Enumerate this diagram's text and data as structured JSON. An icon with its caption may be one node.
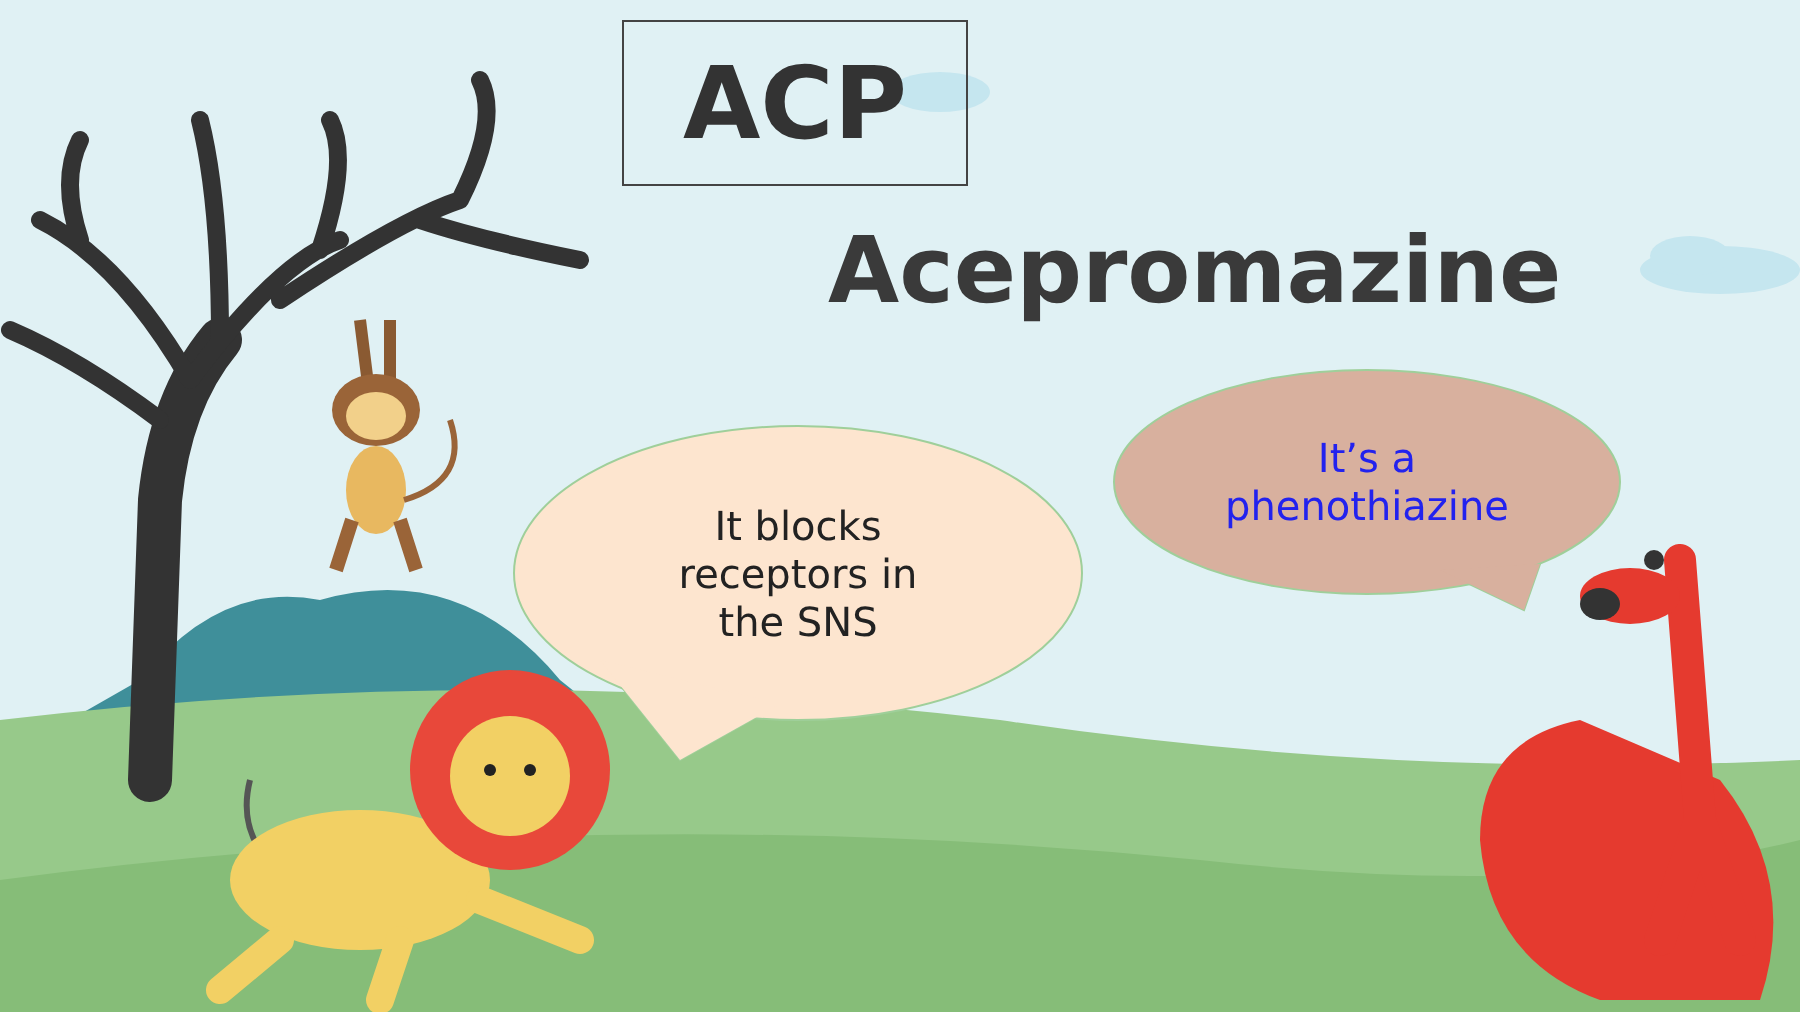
{
  "diagram": {
    "nodes": [
      {
        "text": [
          "ACP"
        ]
      },
      {
        "text": [
          "It blocks receptors in the SNS"
        ]
      },
      {
        "text": [
          "It’s a phenothiazine"
        ]
      }
    ],
    "labels": [
      "Acepromazine"
    ]
  }
}
